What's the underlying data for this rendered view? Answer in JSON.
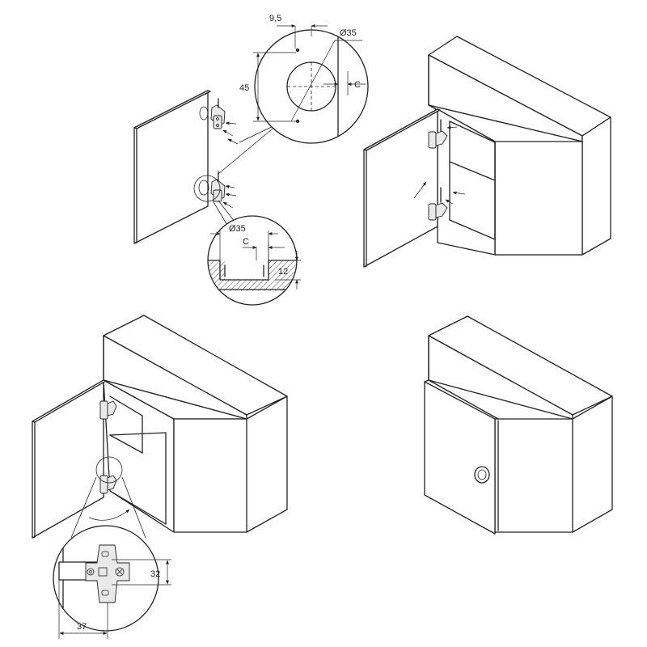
{
  "colors": {
    "line": "#222222",
    "background": "#ffffff",
    "hatch": "#555555"
  },
  "panel1": {
    "dim_offset": "9,5",
    "dim_diameter_top": "Ø35",
    "dim_height": "45",
    "dim_c_top": "C",
    "dim_diameter_bottom": "Ø35",
    "dim_c_bottom": "C",
    "dim_depth": "12"
  },
  "panel3": {
    "dim_plate_height": "32",
    "dim_plate_offset": "37"
  }
}
